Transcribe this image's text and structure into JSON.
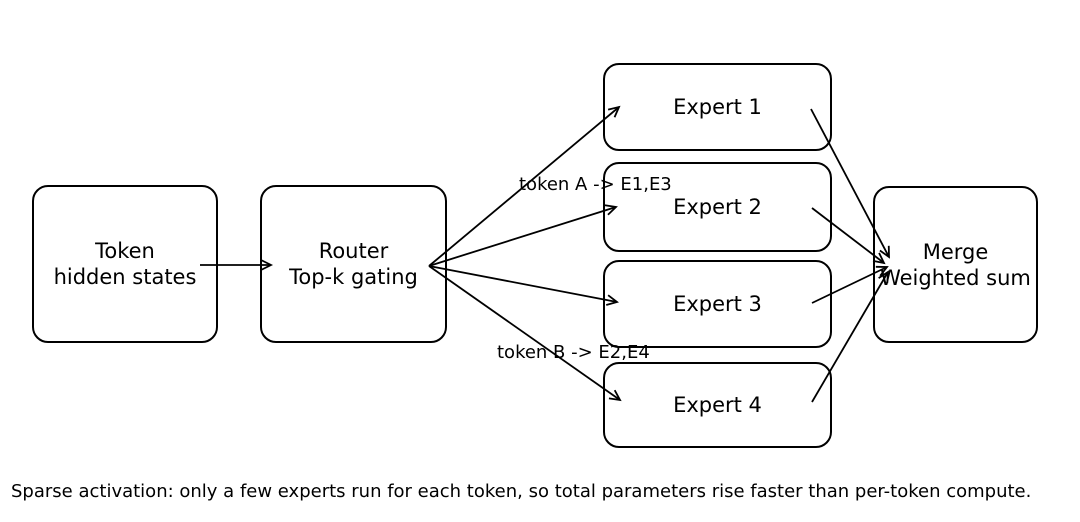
{
  "diagram": {
    "title_implicit": "Mixture-of-Experts routing diagram",
    "nodes": {
      "token": "Token\nhidden states",
      "router": "Router\nTop-k gating",
      "expert1": "Expert 1",
      "expert2": "Expert 2",
      "expert3": "Expert 3",
      "expert4": "Expert 4",
      "merge": "Merge\nWeighted sum"
    },
    "edge_labels": {
      "token_a": "token A -> E1,E3",
      "token_b": "token B -> E2,E4"
    },
    "caption": "Sparse activation: only a few experts run for each token, so total parameters rise faster than per-token compute.",
    "colors": {
      "stroke": "#000000",
      "background": "#ffffff",
      "text": "#000000"
    }
  }
}
